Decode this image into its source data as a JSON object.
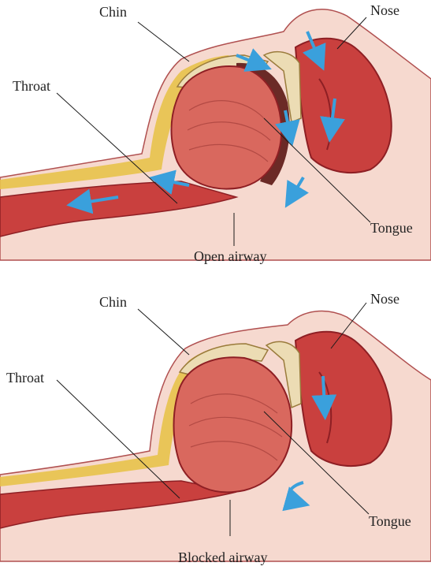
{
  "diagrams": [
    {
      "state": "open",
      "labels": {
        "chin": "Chin",
        "nose": "Nose",
        "throat": "Throat",
        "tongue": "Tongue",
        "airway": "Open airway"
      }
    },
    {
      "state": "blocked",
      "labels": {
        "chin": "Chin",
        "nose": "Nose",
        "throat": "Throat",
        "tongue": "Tongue",
        "airway": "Blocked airway"
      }
    }
  ],
  "colors": {
    "skin": "#f6d9cf",
    "tissue": "#c9403e",
    "tissue_dark": "#8e1f24",
    "tongue": "#d9685e",
    "bone": "#ecdcb4",
    "fat": "#e8c24a",
    "airflow": "#3aa0dc",
    "cavity": "#6b2a26",
    "leader": "#1a1a1a"
  },
  "icons": {
    "airflow": "airflow-arrow-icon"
  }
}
